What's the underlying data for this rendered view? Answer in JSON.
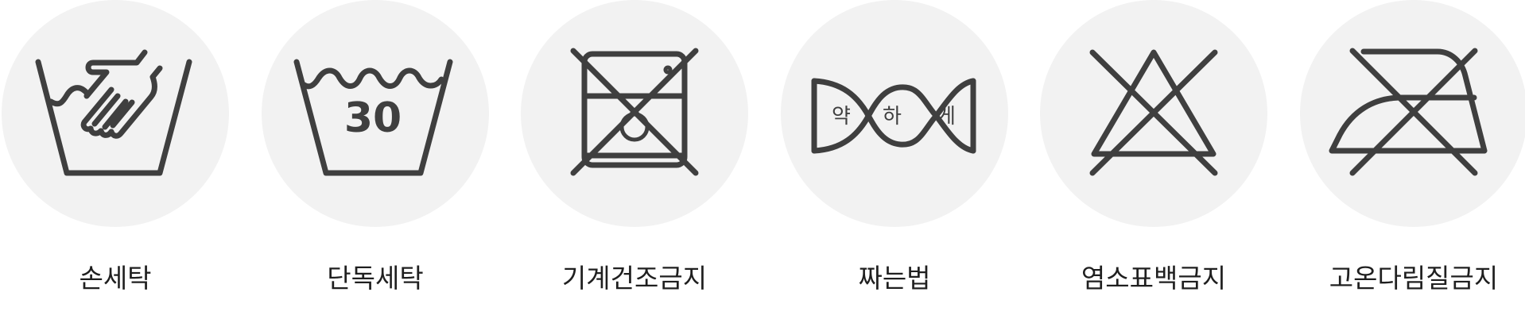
{
  "items": [
    {
      "label": "손세탁",
      "icon": "hand-wash-icon"
    },
    {
      "label": "단독세탁",
      "icon": "wash-30-icon",
      "temperature": "30"
    },
    {
      "label": "기계건조금지",
      "icon": "no-tumble-dry-icon"
    },
    {
      "label": "짜는법",
      "icon": "wring-gently-icon",
      "wring_text": [
        "약",
        "하",
        "게"
      ]
    },
    {
      "label": "염소표백금지",
      "icon": "no-bleach-icon"
    },
    {
      "label": "고온다림질금지",
      "icon": "no-high-heat-iron-icon"
    }
  ],
  "colors": {
    "circle": "#f2f2f2",
    "icon_stroke": "#3f3f3f",
    "label": "#1f1f1f"
  }
}
